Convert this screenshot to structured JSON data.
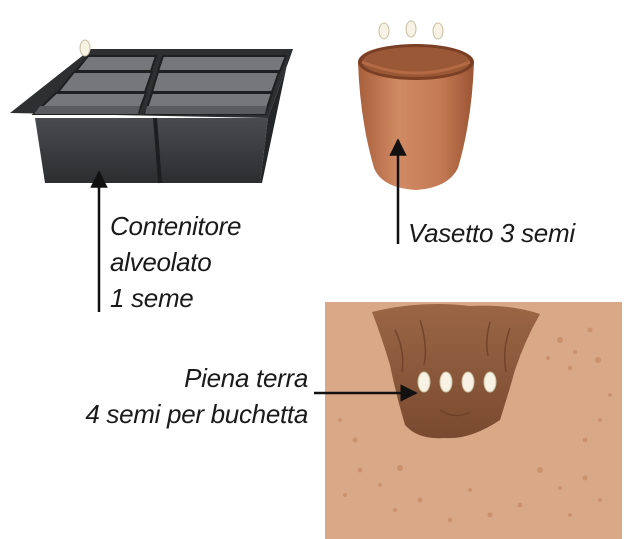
{
  "tray": {
    "lines": [
      "Contenitore",
      "alveolato",
      "1 seme"
    ]
  },
  "pot": {
    "label": "Vasetto 3 semi"
  },
  "ground": {
    "lines": [
      "Piena terra",
      "4 semi per buchetta"
    ]
  },
  "colors": {
    "tray": "#3a3b3d",
    "pot": "#c07a55",
    "soil": "#d9a887",
    "hole": "#8c5a3c",
    "seed": "#f7f2e3",
    "text": "#1a1a1a"
  }
}
